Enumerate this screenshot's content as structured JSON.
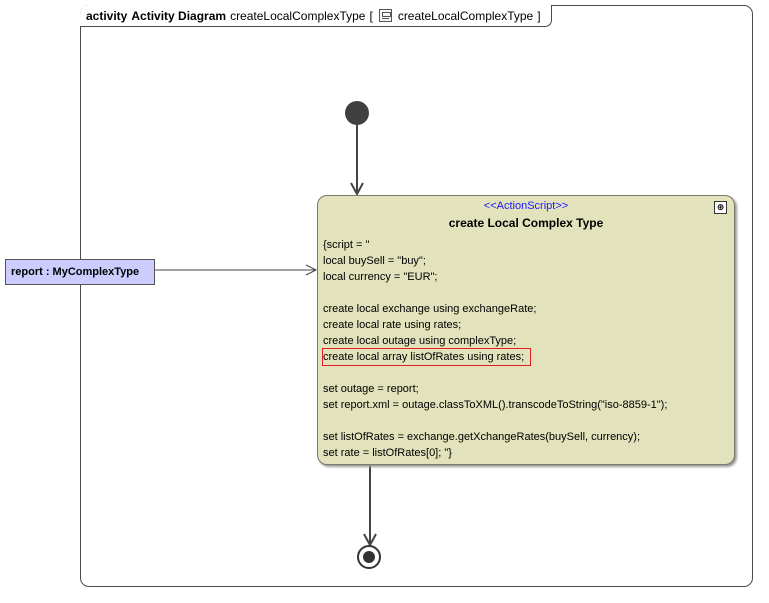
{
  "frame": {
    "keyword": "activity",
    "kind": "Activity Diagram",
    "name": "createLocalComplexType",
    "bracket_open": "[",
    "behavior_name": "createLocalComplexType",
    "bracket_close": "]"
  },
  "action": {
    "stereotype": "<<ActionScript>>",
    "title": "create Local Complex Type",
    "script_lines": [
      "{script = \"",
      "local buySell = \"buy\";",
      "local currency = \"EUR\";",
      "",
      "create local exchange using exchangeRate;",
      "create local rate using rates;",
      "create local outage using complexType;",
      "create local array listOfRates using rates;",
      "",
      "set outage = report;",
      "set report.xml = outage.classToXML().transcodeToString(\"iso-8859-1\");",
      "",
      "set listOfRates = exchange.getXchangeRates(buySell, currency);",
      "set rate = listOfRates[0]; \"}"
    ],
    "highlighted_line_index": 7
  },
  "object_node": {
    "label": "report : MyComplexType"
  },
  "icons": {
    "frame_icon": "activity-diagram-icon",
    "action_icon": "expand-icon"
  }
}
